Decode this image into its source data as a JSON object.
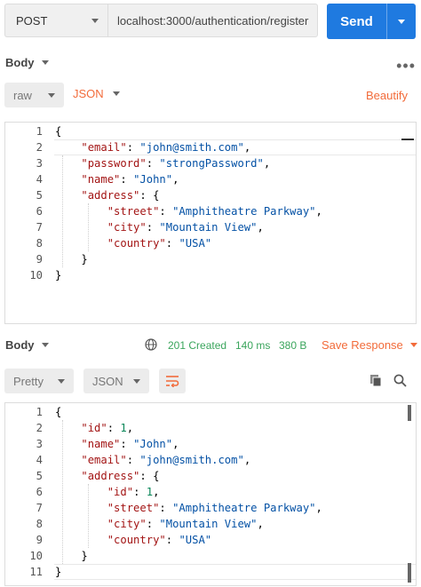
{
  "request": {
    "method": "POST",
    "url": "localhost:3000/authentication/register",
    "send_label": "Send"
  },
  "request_body": {
    "title": "Body",
    "mode": "raw",
    "format": "JSON",
    "beautify_label": "Beautify",
    "lines": [
      [
        [
          "p",
          "{"
        ]
      ],
      [
        [
          "p",
          "    "
        ],
        [
          "k",
          "\"email\""
        ],
        [
          "p",
          ": "
        ],
        [
          "s",
          "\"john@smith.com\""
        ],
        [
          "p",
          ","
        ]
      ],
      [
        [
          "p",
          "    "
        ],
        [
          "k",
          "\"password\""
        ],
        [
          "p",
          ": "
        ],
        [
          "s",
          "\"strongPassword\""
        ],
        [
          "p",
          ","
        ]
      ],
      [
        [
          "p",
          "    "
        ],
        [
          "k",
          "\"name\""
        ],
        [
          "p",
          ": "
        ],
        [
          "s",
          "\"John\""
        ],
        [
          "p",
          ","
        ]
      ],
      [
        [
          "p",
          "    "
        ],
        [
          "k",
          "\"address\""
        ],
        [
          "p",
          ": {"
        ]
      ],
      [
        [
          "p",
          "        "
        ],
        [
          "k",
          "\"street\""
        ],
        [
          "p",
          ": "
        ],
        [
          "s",
          "\"Amphitheatre Parkway\""
        ],
        [
          "p",
          ","
        ]
      ],
      [
        [
          "p",
          "        "
        ],
        [
          "k",
          "\"city\""
        ],
        [
          "p",
          ": "
        ],
        [
          "s",
          "\"Mountain View\""
        ],
        [
          "p",
          ","
        ]
      ],
      [
        [
          "p",
          "        "
        ],
        [
          "k",
          "\"country\""
        ],
        [
          "p",
          ": "
        ],
        [
          "s",
          "\"USA\""
        ]
      ],
      [
        [
          "p",
          "    }"
        ]
      ],
      [
        [
          "p",
          "}"
        ]
      ]
    ]
  },
  "response": {
    "title": "Body",
    "status": "201 Created",
    "time": "140 ms",
    "size": "380 B",
    "save_label": "Save Response",
    "view_mode": "Pretty",
    "format": "JSON",
    "lines": [
      [
        [
          "p",
          "{"
        ]
      ],
      [
        [
          "p",
          "    "
        ],
        [
          "k",
          "\"id\""
        ],
        [
          "p",
          ": "
        ],
        [
          "n",
          "1"
        ],
        [
          "p",
          ","
        ]
      ],
      [
        [
          "p",
          "    "
        ],
        [
          "k",
          "\"name\""
        ],
        [
          "p",
          ": "
        ],
        [
          "s",
          "\"John\""
        ],
        [
          "p",
          ","
        ]
      ],
      [
        [
          "p",
          "    "
        ],
        [
          "k",
          "\"email\""
        ],
        [
          "p",
          ": "
        ],
        [
          "s",
          "\"john@smith.com\""
        ],
        [
          "p",
          ","
        ]
      ],
      [
        [
          "p",
          "    "
        ],
        [
          "k",
          "\"address\""
        ],
        [
          "p",
          ": {"
        ]
      ],
      [
        [
          "p",
          "        "
        ],
        [
          "k",
          "\"id\""
        ],
        [
          "p",
          ": "
        ],
        [
          "n",
          "1"
        ],
        [
          "p",
          ","
        ]
      ],
      [
        [
          "p",
          "        "
        ],
        [
          "k",
          "\"street\""
        ],
        [
          "p",
          ": "
        ],
        [
          "s",
          "\"Amphitheatre Parkway\""
        ],
        [
          "p",
          ","
        ]
      ],
      [
        [
          "p",
          "        "
        ],
        [
          "k",
          "\"city\""
        ],
        [
          "p",
          ": "
        ],
        [
          "s",
          "\"Mountain View\""
        ],
        [
          "p",
          ","
        ]
      ],
      [
        [
          "p",
          "        "
        ],
        [
          "k",
          "\"country\""
        ],
        [
          "p",
          ": "
        ],
        [
          "s",
          "\"USA\""
        ]
      ],
      [
        [
          "p",
          "    }"
        ]
      ],
      [
        [
          "p",
          "}"
        ]
      ]
    ]
  },
  "colors": {
    "accent": "#f26b3a",
    "send_button": "#1f7ae0",
    "status_ok": "#3aa55c"
  },
  "icons": {
    "more": "more-horizontal-icon",
    "globe": "globe-icon",
    "wrap": "wrap-lines-icon",
    "copy": "copy-icon",
    "search": "search-icon"
  }
}
